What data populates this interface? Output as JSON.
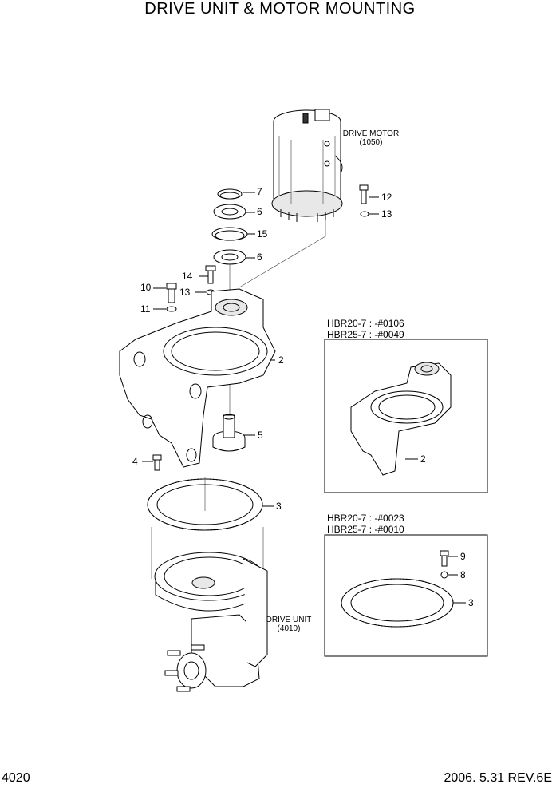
{
  "page": {
    "title": "DRIVE UNIT & MOTOR MOUNTING",
    "page_number": "4020",
    "revision": "2006. 5.31  REV.6E"
  },
  "main_labels": {
    "drive_motor_name": "DRIVE MOTOR",
    "drive_motor_code": "(1050)",
    "drive_unit_name": "DRIVE UNIT",
    "drive_unit_code": "(4010)"
  },
  "callouts": {
    "c7": "7",
    "c6a": "6",
    "c15": "15",
    "c6b": "6",
    "c14": "14",
    "c13a": "13",
    "c10": "10",
    "c11": "11",
    "c12": "12",
    "c13b": "13",
    "c2": "2",
    "c5": "5",
    "c4": "4",
    "c3": "3"
  },
  "inset_1": {
    "line1": "HBR20-7 : -#0106",
    "line2": "HBR25-7 : -#0049",
    "callout_2": "2"
  },
  "inset_2": {
    "line1": "HBR20-7 : -#0023",
    "line2": "HBR25-7 : -#0010",
    "callout_9": "9",
    "callout_8": "8",
    "callout_3": "3"
  }
}
